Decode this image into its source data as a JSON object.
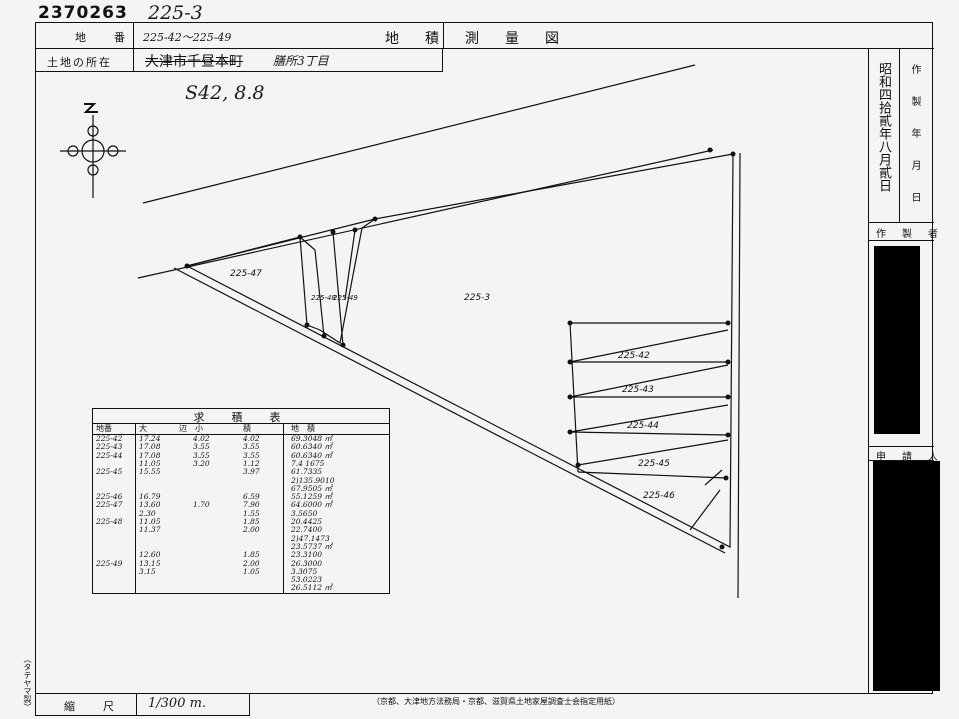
{
  "doc_number": "2370263",
  "doc_ref_handwritten": "225-3",
  "title": "地　積　測　量　図",
  "header": {
    "lot_label": "地　　番",
    "lot_value": "225-42〜225-49",
    "location_label": "土地の所在",
    "location_value": "大津市千昼本町",
    "location_note": "膳所3丁目"
  },
  "date_note": "S42, 8.8",
  "side_panel": {
    "made_date_label": "作　製　年　月　日",
    "made_date_value": "昭和四拾貳年八月貳日",
    "author_label": "作　製　者",
    "applicant_label": "申　請　人"
  },
  "scale": {
    "label": "縮　　尺",
    "value": "1/300 m."
  },
  "footer_note": "（京都、大津地方法務局・京都、滋賀県土地家屋調査士会指定用紙）",
  "left_margin_note": "（タテヤマ製）",
  "parcels": [
    "225-47",
    "225-3",
    "225-42",
    "225-43",
    "225-44",
    "225-45",
    "225-46",
    "225-48",
    "225-49"
  ],
  "area_table": {
    "title": "求　積　表",
    "headers": [
      "地番",
      "大",
      "辺　小",
      "積",
      "地　積"
    ],
    "rows": [
      [
        "225-42",
        "17.24",
        "4.02",
        "4.02",
        "69.3048 ㎡"
      ],
      [
        "225-43",
        "17.08",
        "3.55",
        "3.55",
        "60.6340 ㎡"
      ],
      [
        "225-44",
        "17.08",
        "3.55",
        "3.55",
        "60.6340 ㎡"
      ],
      [
        "",
        "11.05",
        "3.20",
        "1.12",
        "7.4 1675"
      ],
      [
        "225-45",
        "15.55",
        "",
        "3.97",
        "61.7335"
      ],
      [
        "",
        "",
        "",
        "",
        "2)135.9010"
      ],
      [
        "",
        "",
        "",
        "",
        "67.9505 ㎡"
      ],
      [
        "225-46",
        "16.79",
        "",
        "6.59",
        "55.1259 ㎡"
      ],
      [
        "225-47",
        "13.60",
        "1.70",
        "7.90",
        "64.6000 ㎡"
      ],
      [
        "",
        "2.30",
        "",
        "1.55",
        "3.5650"
      ],
      [
        "225-48",
        "11.05",
        "",
        "1.85",
        "20.4425"
      ],
      [
        "",
        "11.37",
        "",
        "2.00",
        "22.7400"
      ],
      [
        "",
        "",
        "",
        "",
        "2)47.1473"
      ],
      [
        "",
        "",
        "",
        "",
        "23.5737 ㎡"
      ],
      [
        "",
        "12.60",
        "",
        "1.85",
        "23.3100"
      ],
      [
        "225-49",
        "13.15",
        "",
        "2.00",
        "26.3000"
      ],
      [
        "",
        "3.15",
        "",
        "1.05",
        "3.3075"
      ],
      [
        "",
        "",
        "",
        "",
        "53.0223"
      ],
      [
        "",
        "",
        "",
        "",
        "26.5112 ㎡"
      ]
    ]
  },
  "stamp_digits": "225-3",
  "colors": {
    "ink": "#111111",
    "paper": "#f4f4f2",
    "redaction": "#000000"
  }
}
